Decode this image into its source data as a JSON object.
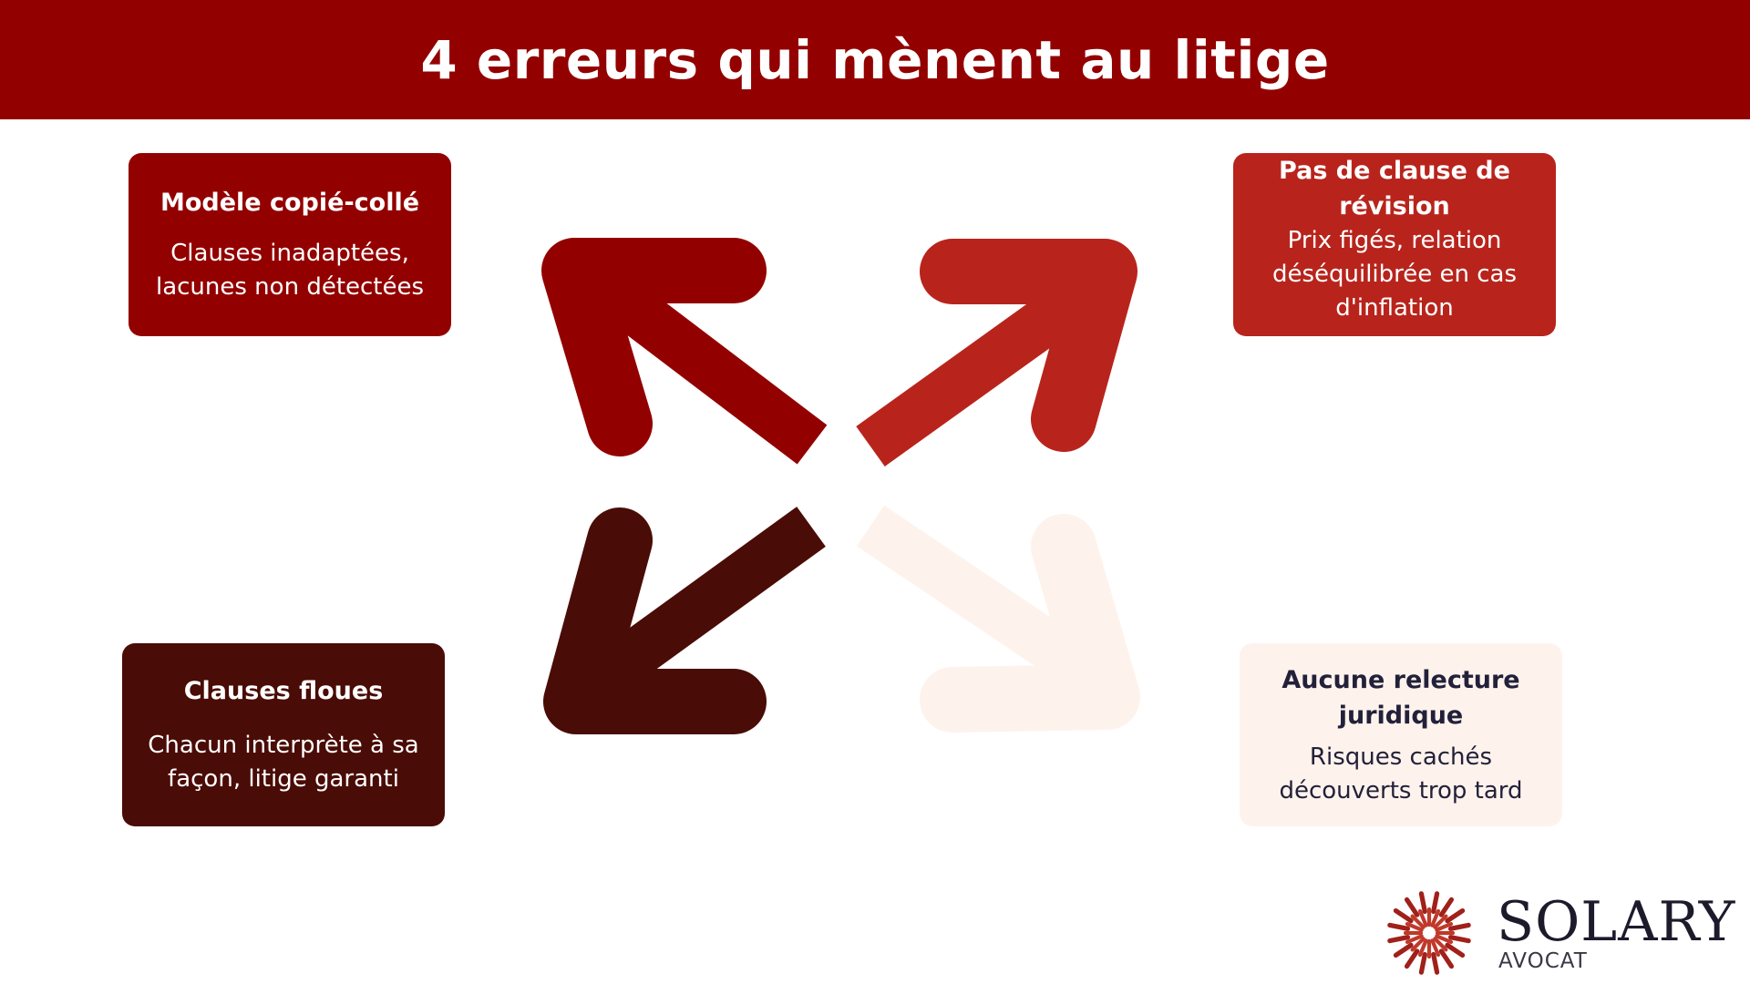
{
  "header": {
    "title": "4 erreurs qui mènent au litige"
  },
  "cards": {
    "top_left": {
      "title": "Modèle copié-collé",
      "lines": [
        "Clauses inadaptées,",
        "lacunes non détectées"
      ]
    },
    "top_right": {
      "title_lines": [
        "Pas de clause de",
        "révision"
      ],
      "lines": [
        "Prix figés, relation",
        "déséquilibrée en cas",
        "d'inflation"
      ]
    },
    "bottom_left": {
      "title": "Clauses floues",
      "lines": [
        "Chacun interprète à sa",
        "façon, litige garanti"
      ]
    },
    "bottom_right": {
      "title_lines": [
        "Aucune relecture",
        "juridique"
      ],
      "lines": [
        "Risques cachés",
        "découverts trop tard"
      ]
    }
  },
  "colors": {
    "header_bg": "#930000",
    "top_left": "#930000",
    "top_right": "#b8241c",
    "bottom_left": "#4a0c06",
    "bottom_right": "#fdf3ec",
    "dark_text": "#23203a"
  },
  "logo": {
    "brand": "SOLARY",
    "sub": "AVOCAT",
    "icon": "sunburst-logo-icon"
  }
}
